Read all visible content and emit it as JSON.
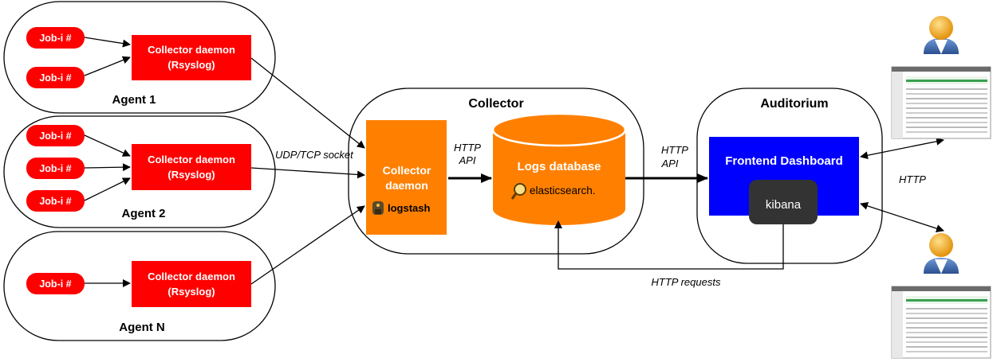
{
  "agents": [
    {
      "label": "Agent 1",
      "jobs": [
        "Job-i #",
        "Job-i #"
      ],
      "daemon_line1": "Collector daemon",
      "daemon_line2": "(Rsyslog)"
    },
    {
      "label": "Agent 2",
      "jobs": [
        "Job-i #",
        "Job-i #",
        "Job-i #"
      ],
      "daemon_line1": "Collector daemon",
      "daemon_line2": "(Rsyslog)"
    },
    {
      "label": "Agent N",
      "jobs": [
        "Job-i #"
      ],
      "daemon_line1": "Collector daemon",
      "daemon_line2": "(Rsyslog)"
    }
  ],
  "collector": {
    "title": "Collector",
    "daemon_line1": "Collector",
    "daemon_line2": "daemon",
    "daemon_logo": "logstash",
    "db_title": "Logs database",
    "db_logo": "elasticsearch."
  },
  "auditorium": {
    "title": "Auditorium",
    "dashboard_title": "Frontend Dashboard",
    "kibana_logo": "kibana"
  },
  "edges": {
    "udp": "UDP/TCP socket",
    "http_api_1_line1": "HTTP",
    "http_api_1_line2": "API",
    "http_api_2_line1": "HTTP",
    "http_api_2_line2": "API",
    "http": "HTTP",
    "http_requests": "HTTP requests"
  },
  "colors": {
    "job": "#ff0000",
    "daemon": "#ff0000",
    "collector_orange": "#ff8000",
    "dashboard_blue": "#0000ff",
    "kibana_dark": "#333333"
  },
  "icons": [
    "user-icon",
    "dashboard-screenshot-icon"
  ]
}
